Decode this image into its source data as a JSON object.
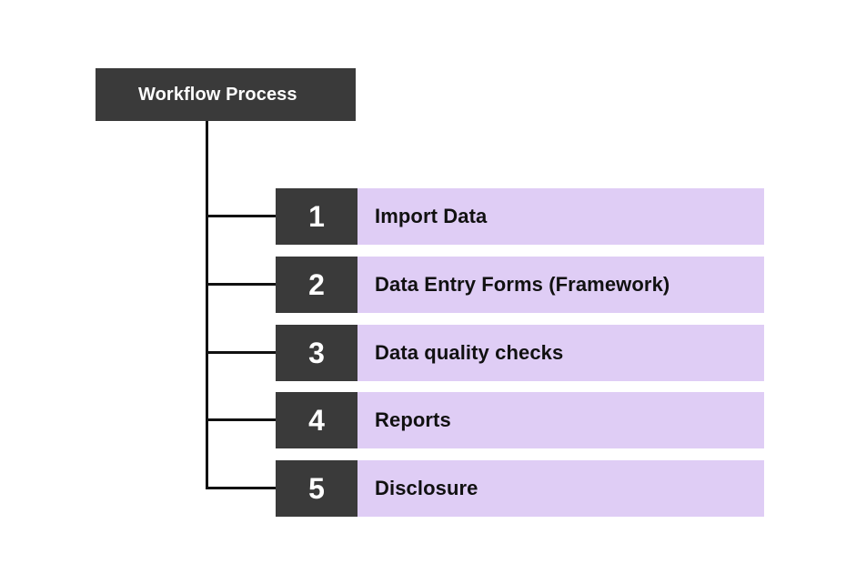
{
  "diagram": {
    "title": "Workflow Process",
    "type": "tree-list",
    "root": {
      "label": "Workflow Process"
    },
    "steps": [
      {
        "number": "1",
        "label": "Import Data"
      },
      {
        "number": "2",
        "label": "Data Entry Forms (Framework)"
      },
      {
        "number": "3",
        "label": "Data quality checks"
      },
      {
        "number": "4",
        "label": "Reports"
      },
      {
        "number": "5",
        "label": "Disclosure"
      }
    ],
    "colors": {
      "dark": "#3a3a3a",
      "accent": "#dfcdf5",
      "line": "#111111",
      "background": "#ffffff",
      "root_text": "#ffffff",
      "step_number_text": "#ffffff",
      "step_label_text": "#111111"
    }
  }
}
